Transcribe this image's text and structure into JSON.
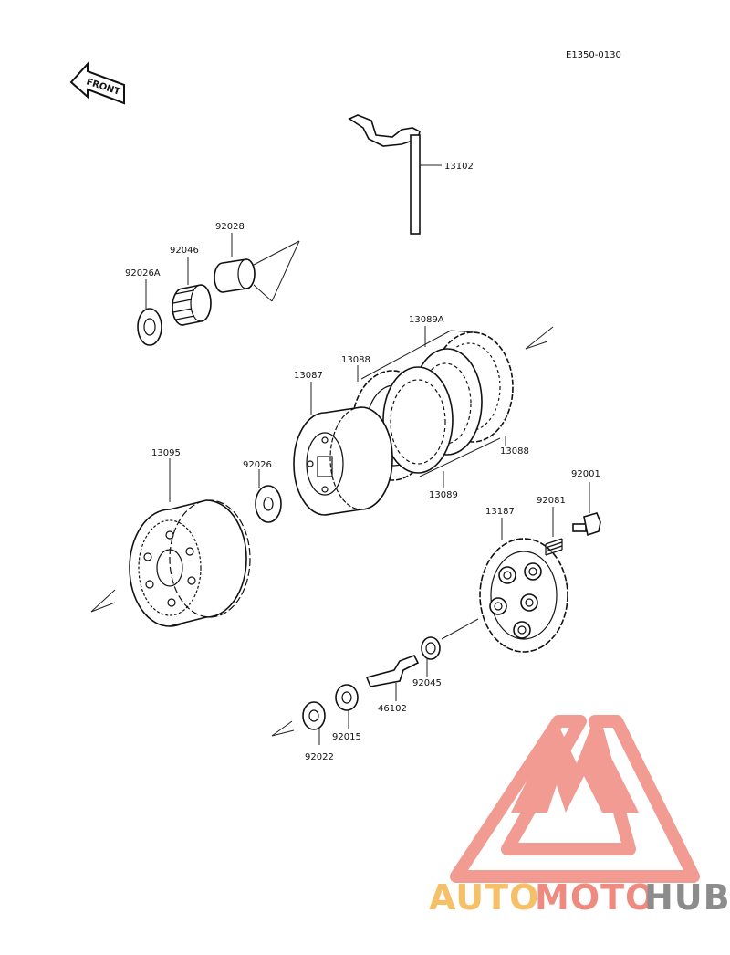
{
  "diagram_code": "E1350-0130",
  "front_label": "FRONT",
  "parts": {
    "p13102": "13102",
    "p92028": "92028",
    "p92046": "92046",
    "p92026A": "92026A",
    "p13089A": "13089A",
    "p13088a": "13088",
    "p13088b": "13088",
    "p13087": "13087",
    "p13089": "13089",
    "p13095": "13095",
    "p92026": "92026",
    "p92001": "92001",
    "p92081": "92081",
    "p13187": "13187",
    "p92045": "92045",
    "p46102": "46102",
    "p92015": "92015",
    "p92022": "92022"
  },
  "watermark": {
    "part1": "AUTO",
    "part2": "MOTO",
    "part3": "HUB",
    "color_logo": "#f08a80",
    "color_auto": "#f6c068",
    "color_moto": "#ee8a80",
    "color_hub": "#8c8c8c"
  }
}
